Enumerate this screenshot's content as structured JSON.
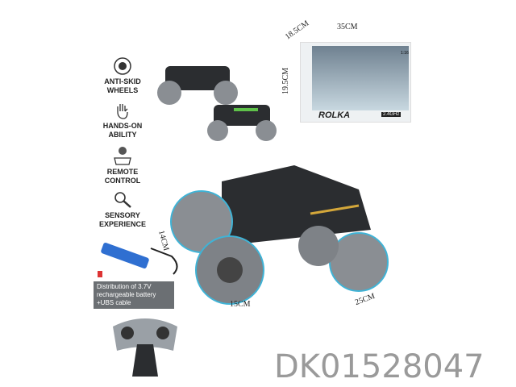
{
  "features": [
    {
      "icon": "wheel-icon",
      "label": "ANTI-SKID WHEELS"
    },
    {
      "icon": "hand-icon",
      "label": "HANDS-ON ABILITY"
    },
    {
      "icon": "remote-control-icon",
      "label": "REMOTE CONTROL"
    },
    {
      "icon": "magnifier-icon",
      "label": "SENSORY EXPERIENCE"
    }
  ],
  "box": {
    "width": "35CM",
    "depth": "18.5CM",
    "height": "19.5CM",
    "brand": "ROLKA",
    "badge": "2.4GHz",
    "scale": "1:16"
  },
  "car_dimensions": {
    "height": "14CM",
    "width": "15CM",
    "length": "25CM"
  },
  "accessories_caption": "Distribution of 3.7V rechargeable battery +UBS cable",
  "product_code": "DK01528047",
  "colors": {
    "accent": "#3fb3d6",
    "car": "#2b2d30",
    "code": "#9a9a9a"
  }
}
